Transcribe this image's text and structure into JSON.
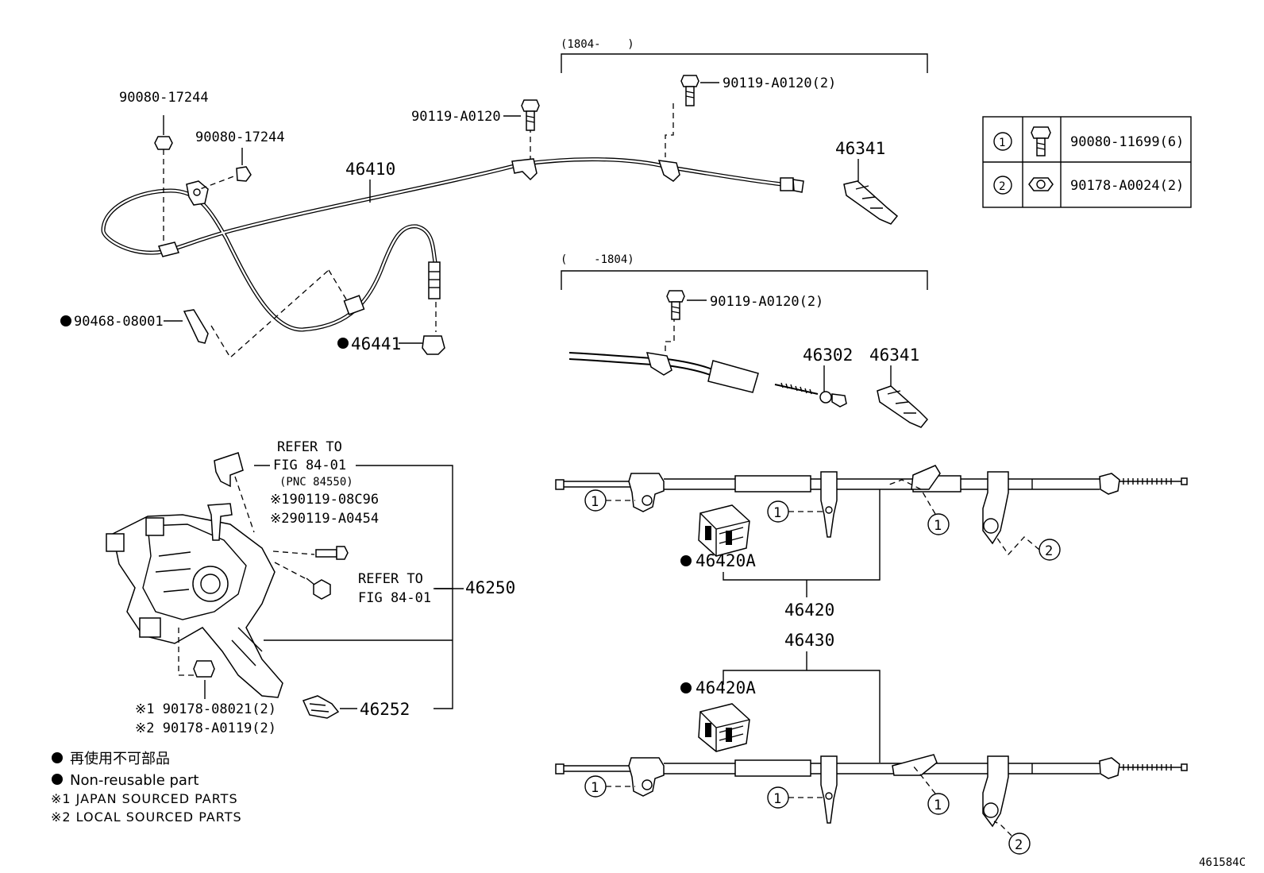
{
  "top_range_label": "(1804-    )",
  "mid_range_label": "(    -1804)",
  "parts": {
    "p90080_17244_a": "90080-17244",
    "p90080_17244_b": "90080-17244",
    "p46410": "46410",
    "p90119_A0120_top": "90119-A0120",
    "p90119_A0120_2_top": "90119-A0120(2)",
    "p46341_top": "46341",
    "p90468_08001": "90468-08001",
    "p46441": "46441",
    "p90119_A0120_2_mid": "90119-A0120(2)",
    "p46302": "46302",
    "p46341_mid": "46341",
    "refer_to_1": "REFER TO",
    "fig_84_01_1": "FIG 84-01",
    "pnc": "(PNC 84550)",
    "note_90119_08C96": "※190119-08C96",
    "note_90119_A0454": "※290119-A0454",
    "refer_to_2": "REFER TO",
    "fig_84_01_2": "FIG 84-01",
    "p46250": "46250",
    "p46252": "46252",
    "note_90178_08021": "※1 90178-08021(2)",
    "note_90178_A0119": "※2 90178-A0119(2)",
    "p46420A_1": "46420A",
    "p46420": "46420",
    "p46430": "46430",
    "p46420A_2": "46420A",
    "diagram_code": "461584C"
  },
  "key_table": {
    "rows": [
      {
        "circle": "1",
        "part": "90080-11699(6)"
      },
      {
        "circle": "2",
        "part": "90178-A0024(2)"
      }
    ]
  },
  "callouts": {
    "c1": "1",
    "c2": "2"
  },
  "legend": {
    "jp_nonreusable": "再使用不可部品",
    "en_nonreusable": "Non-reusable part",
    "japan_sourced": "※1 JAPAN SOURCED PARTS",
    "local_sourced": "※2 LOCAL SOURCED PARTS"
  }
}
